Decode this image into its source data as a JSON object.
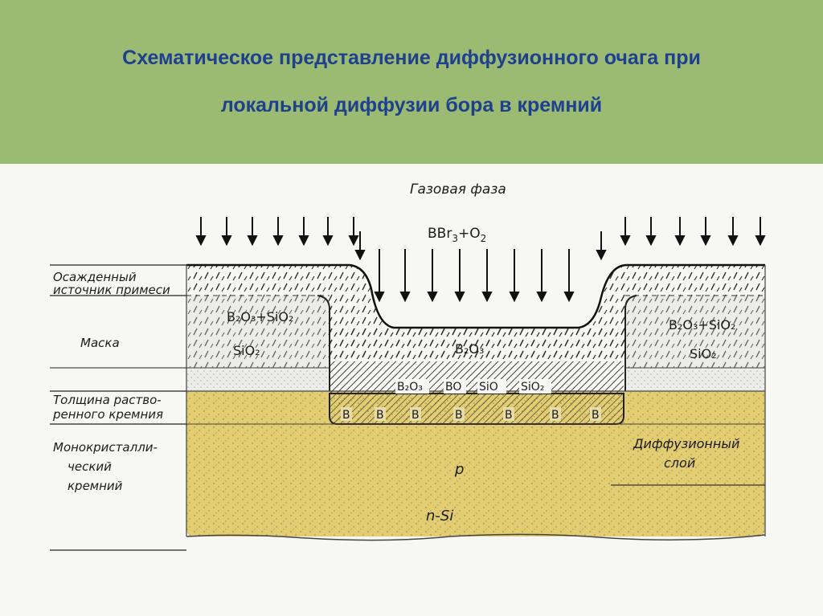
{
  "slide": {
    "title_line1": "Схематическое представление диффузионного очага при",
    "title_line2": "локальной диффузии бора в кремний",
    "header_color": "#9bbb72",
    "title_color": "#1f3f8f",
    "highlight_color": "#e3cd73"
  },
  "diagram": {
    "gas_phase": "Газовая фаза",
    "reactant_main": "BBr",
    "reactant_sub": "3",
    "reactant_tail": "+O",
    "reactant_sub2": "2",
    "left_labels": {
      "deposited_1": "Осажденный",
      "deposited_2": "источник примеси",
      "mask": "Маска",
      "dissolved_1": "Толщина раство-",
      "dissolved_2": "ренного кремния",
      "mono_1": "Монокристалли-",
      "mono_2": "ческий",
      "mono_3": "кремний"
    },
    "mask_left_line1": "B₂O₃+SiO₂",
    "mask_left_line2": "SiO₂",
    "mask_right_line1": "B₂O₃+SiO₂",
    "mask_right_line2": "SiO₂",
    "window_oxide": "B₂O₃",
    "interface_labels": [
      "B₂O₃",
      "BO",
      "SiO",
      "SiO₂"
    ],
    "boron_atom": "B",
    "diffusion_layer_1": "Диффузионный",
    "diffusion_layer_2": "слой",
    "p_region": "p",
    "substrate": "n-Si"
  }
}
